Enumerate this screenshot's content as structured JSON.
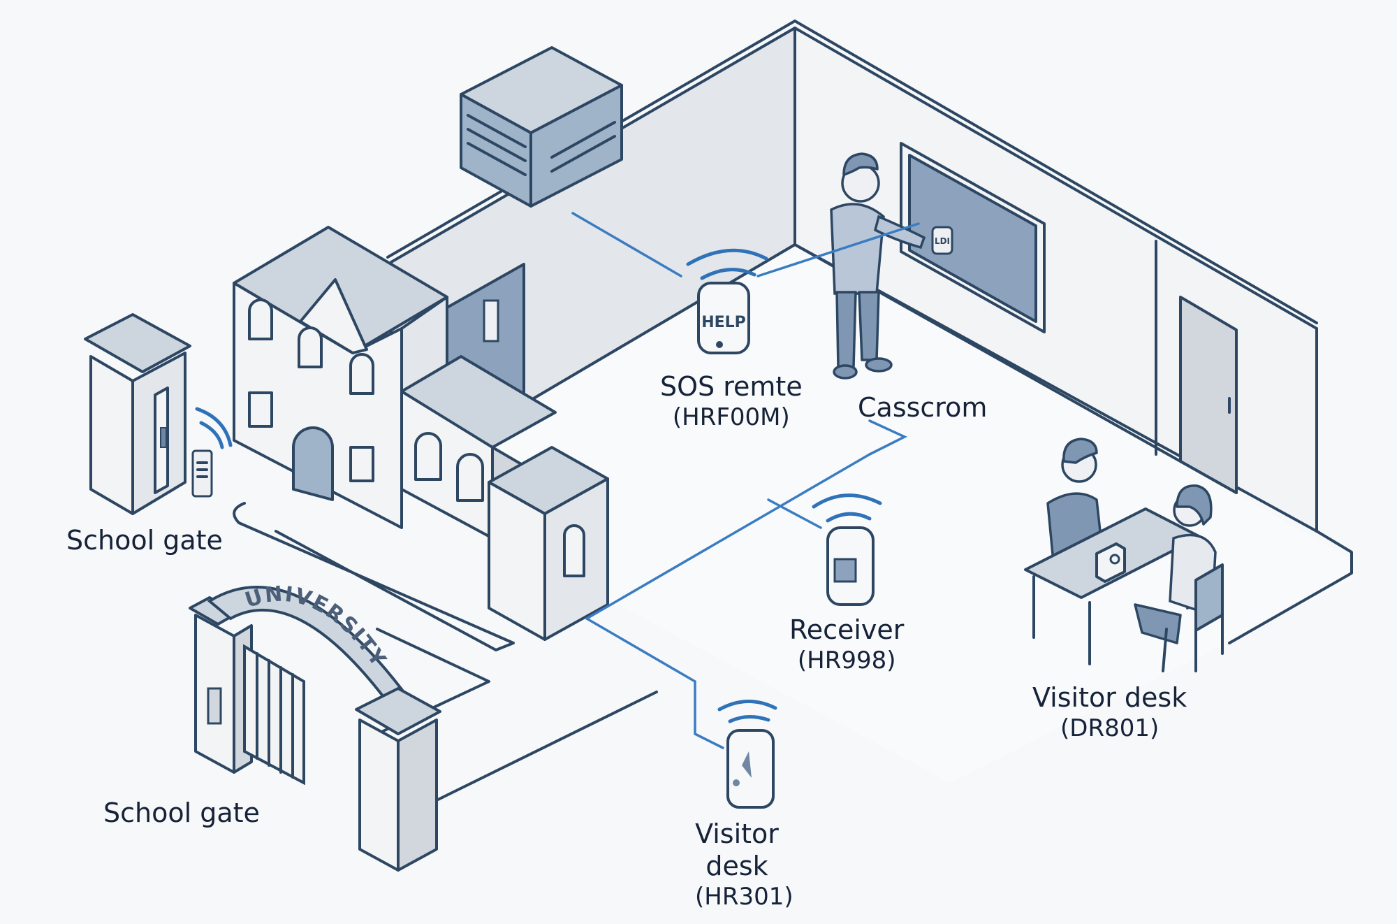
{
  "diagram": {
    "type": "isometric-campus-security-layout",
    "colors": {
      "outline": "#2d4763",
      "wire": "#3a7cc2",
      "accent_fill": "#8da3bd",
      "background": "#f7f8fa"
    },
    "arch_sign": "UNIVERSITY",
    "sos_device_text": "HELP",
    "classroom_button_text": "LDI",
    "labels": [
      {
        "id": "school-gate-top",
        "title": "School gate",
        "model": ""
      },
      {
        "id": "school-gate-bottom",
        "title": "School gate",
        "model": ""
      },
      {
        "id": "sos-remote",
        "title": "SOS remte",
        "model": "(HRF00M)"
      },
      {
        "id": "classroom",
        "title": "Casscrom",
        "model": ""
      },
      {
        "id": "receiver",
        "title": "Receiver",
        "model": "(HR998)"
      },
      {
        "id": "visitor-desk-right",
        "title": "Visitor desk",
        "model": "(DR801)"
      },
      {
        "id": "visitor-desk-bottom",
        "title": "Visitor desk",
        "model": "(HR301)"
      }
    ],
    "nodes": [
      {
        "name": "server-box",
        "icon": "server-icon"
      },
      {
        "name": "sos-remote-device",
        "icon": "sos-button-icon"
      },
      {
        "name": "receiver-device",
        "icon": "receiver-icon"
      },
      {
        "name": "visitor-desk-device",
        "icon": "visitor-pager-icon"
      },
      {
        "name": "gate-keypad",
        "icon": "keypad-icon"
      },
      {
        "name": "desk-terminal",
        "icon": "terminal-icon"
      }
    ]
  }
}
